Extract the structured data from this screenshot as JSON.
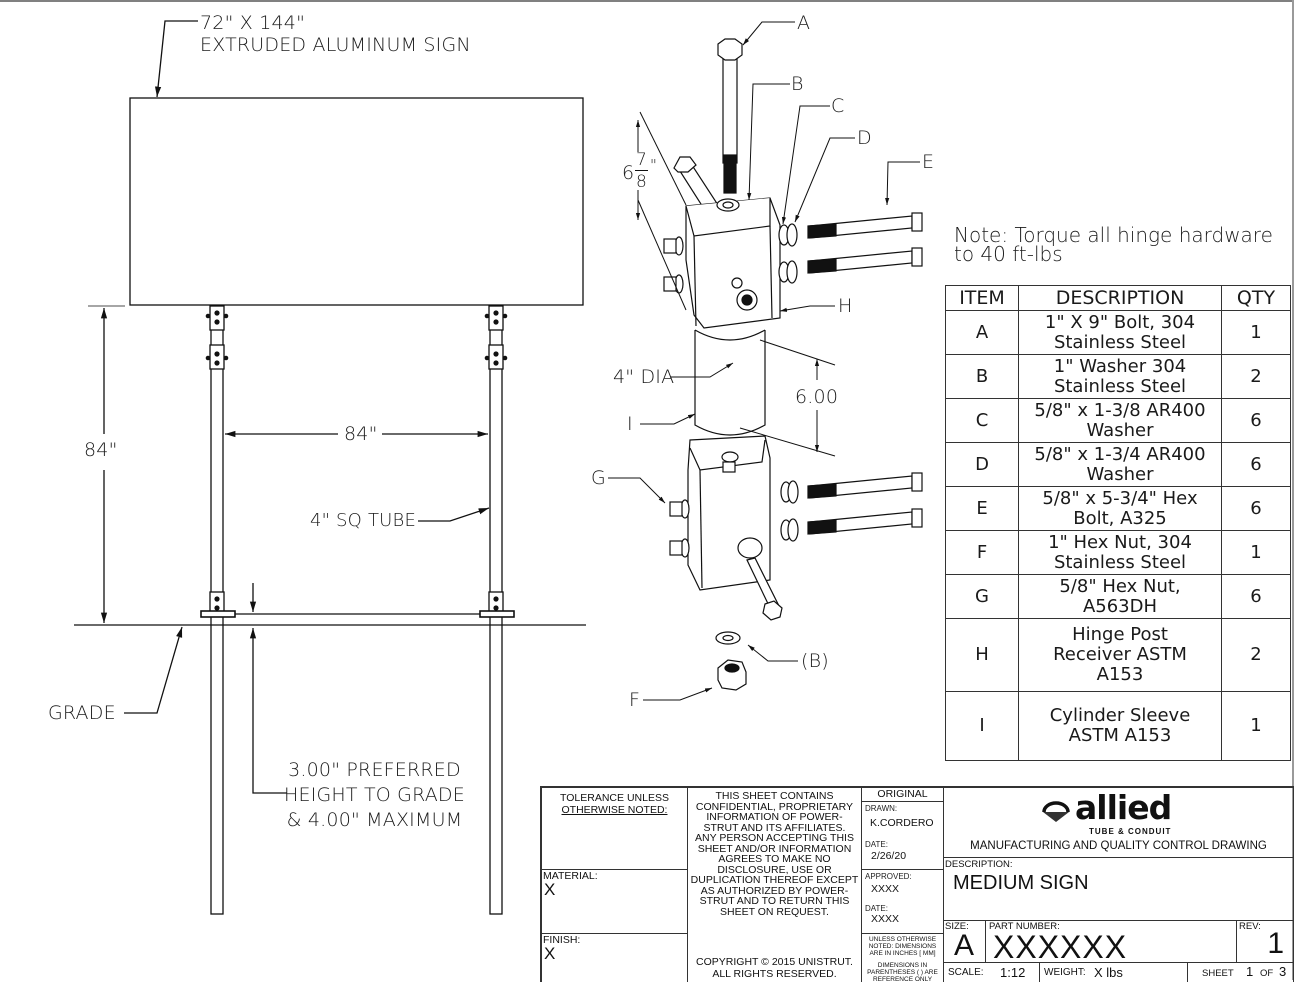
{
  "drawing": {
    "type": "engineering-assembly-drawing",
    "callouts": {
      "sign": [
        "72\" X 144\"",
        "EXTRUDED ALUMINUM SIGN"
      ],
      "height_dim": "84\"",
      "span_dim": "84\"",
      "tube": "4\" SQ TUBE",
      "grade": "GRADE",
      "height_to_grade": [
        "3.00\" PREFERRED",
        "HEIGHT TO GRADE",
        "& 4.00\" MAXIMUM"
      ]
    },
    "detail": {
      "labels": {
        "a": "A",
        "b": "B",
        "c": "C",
        "d": "D",
        "e": "E",
        "f": "F",
        "g": "G",
        "h": "H",
        "i": "I",
        "b_ref": "(B)"
      },
      "dim_whole": "6",
      "dim_num": "7",
      "dim_den": "8",
      "dim_unit": "\"",
      "dia": "4\" DIA",
      "sleeve_len": "6.00"
    }
  },
  "note": {
    "line1": "Note: Torque all hinge hardware",
    "line2": "to 40 ft-lbs"
  },
  "bom": {
    "headers": {
      "item": "ITEM",
      "description": "DESCRIPTION",
      "qty": "QTY"
    },
    "rows": [
      {
        "item": "A",
        "desc1": "1\" X 9\" Bolt, 304",
        "desc2": "Stainless Steel",
        "desc3": "",
        "qty": "1"
      },
      {
        "item": "B",
        "desc1": "1\" Washer 304",
        "desc2": "Stainless Steel",
        "desc3": "",
        "qty": "2"
      },
      {
        "item": "C",
        "desc1": "5/8\" x 1-3/8 AR400",
        "desc2": "Washer",
        "desc3": "",
        "qty": "6"
      },
      {
        "item": "D",
        "desc1": "5/8\" x 1-3/4 AR400",
        "desc2": "Washer",
        "desc3": "",
        "qty": "6"
      },
      {
        "item": "E",
        "desc1": "5/8\" x 5-3/4\" Hex",
        "desc2": "Bolt, A325",
        "desc3": "",
        "qty": "6"
      },
      {
        "item": "F",
        "desc1": "1\" Hex Nut, 304",
        "desc2": "Stainless Steel",
        "desc3": "",
        "qty": "1"
      },
      {
        "item": "G",
        "desc1": "5/8\" Hex Nut,",
        "desc2": "A563DH",
        "desc3": "",
        "qty": "6"
      },
      {
        "item": "H",
        "desc1": "Hinge Post",
        "desc2": "Receiver ASTM",
        "desc3": "A153",
        "qty": "2"
      },
      {
        "item": "I",
        "desc1": "Cylinder Sleeve",
        "desc2": "ASTM A153",
        "desc3": "",
        "qty": "1"
      }
    ]
  },
  "title_block": {
    "tolerance_1": "TOLERANCE UNLESS",
    "tolerance_2": "OTHERWISE NOTED:",
    "material_label": "MATERIAL:",
    "material_value": "X",
    "finish_label": "FINISH:",
    "finish_value": "X",
    "confidential": [
      "THIS SHEET CONTAINS",
      "CONFIDENTIAL, PROPRIETARY",
      "INFORMATION OF POWER-",
      "STRUT AND ITS AFFILIATES.",
      "ANY PERSON ACCEPTING THIS",
      "SHEET AND/OR INFORMATION",
      "AGREES TO MAKE NO",
      "DISCLOSURE, USE OR",
      "DUPLICATION THEREOF EXCEPT",
      "AS AUTHORIZED BY POWER-",
      "STRUT AND TO RETURN THIS",
      "SHEET ON REQUEST."
    ],
    "copyright_1": "COPYRIGHT © 2015 UNISTRUT.",
    "copyright_2": "ALL RIGHTS RESERVED.",
    "original": "ORIGINAL",
    "drawn_label": "DRAWN:",
    "drawn_value": "K.CORDERO",
    "date_label": "DATE:",
    "date_value": "2/26/20",
    "approved_label": "APPROVED:",
    "approved_value": "XXXX",
    "date2_label": "DATE:",
    "date2_value": "XXXX",
    "units_note": [
      "UNLESS OTHERWISE",
      "NOTED: DIMENSIONS",
      "ARE IN INCHES [ MM]"
    ],
    "ref_note": [
      "DIMENSIONS IN",
      "PARENTHESES ( ) ARE",
      "REFERENCE ONLY"
    ],
    "logo_word": "allied",
    "logo_sub": "TUBE & CONDUIT",
    "drawing_kind": "MANUFACTURING AND QUALITY CONTROL DRAWING",
    "description_label": "DESCRIPTION:",
    "description_value": "MEDIUM SIGN",
    "size_label": "SIZE:",
    "size_value": "A",
    "part_label": "PART NUMBER:",
    "part_value": "XXXXXX",
    "rev_label": "REV:",
    "rev_value": "1",
    "scale_label": "SCALE:",
    "scale_value": "1:12",
    "weight_label": "WEIGHT:",
    "weight_value": "X lbs",
    "sheet_label": "SHEET",
    "sheet_value": "1",
    "of_label": "OF",
    "sheet_total": "3"
  }
}
